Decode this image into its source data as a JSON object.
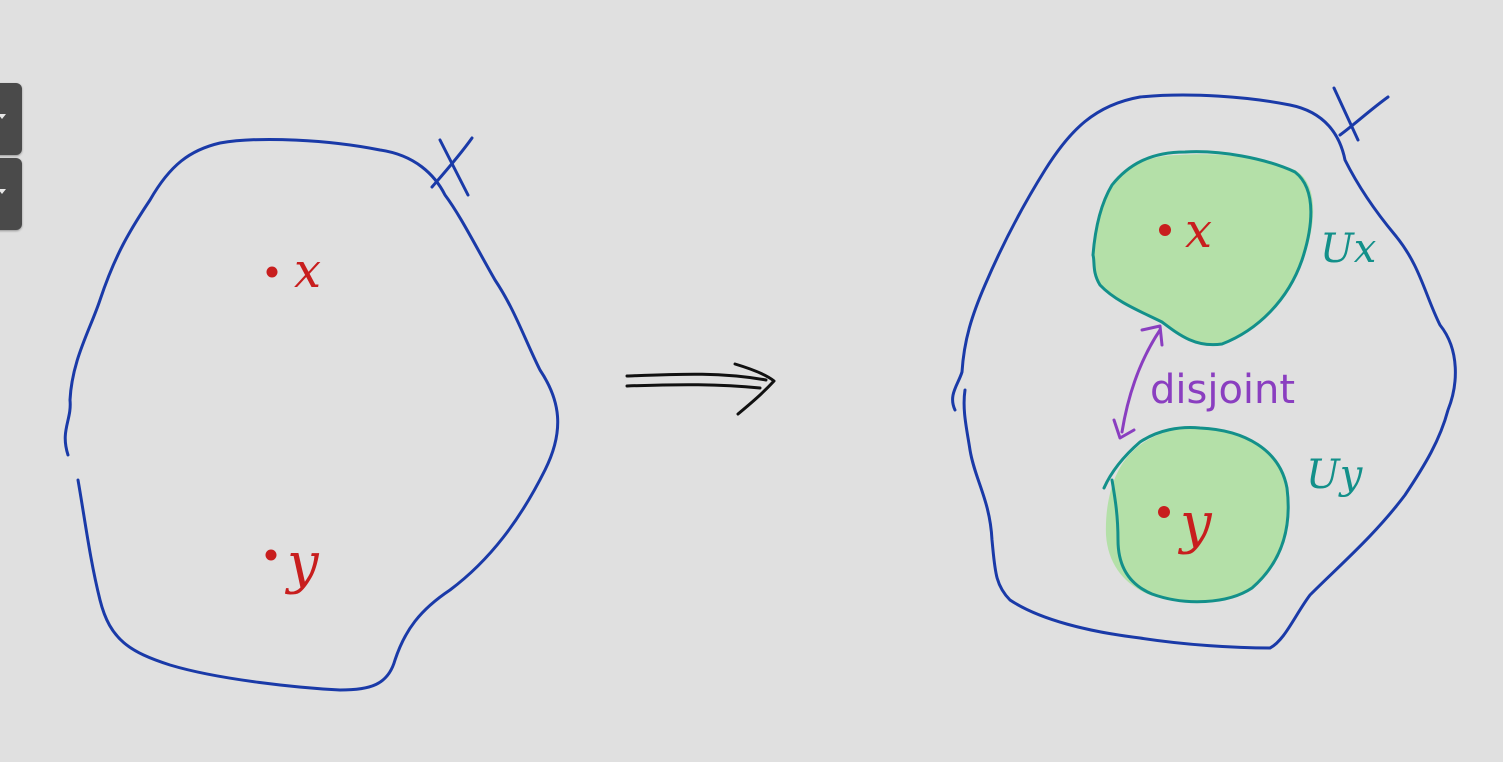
{
  "toolbar": {
    "buttons": [
      {
        "icon": "chevron-down-icon"
      },
      {
        "icon": "chevron-down-icon"
      }
    ]
  },
  "colors": {
    "background": "#e0e0e0",
    "set_outline": "#1a3aa8",
    "point": "#c81e1e",
    "neighborhood_fill": "#b4e0a8",
    "neighborhood_outline": "#13908a",
    "annotation": "#8a3ec0",
    "arrow": "#111111"
  },
  "left_panel": {
    "set_label": "X",
    "points": [
      {
        "label": "x"
      },
      {
        "label": "y"
      }
    ]
  },
  "implies_arrow": {
    "icon": "implies-arrow-icon"
  },
  "right_panel": {
    "set_label": "X",
    "points": [
      {
        "label": "x"
      },
      {
        "label": "y"
      }
    ],
    "neighborhoods": [
      {
        "label": "Ux"
      },
      {
        "label": "Uy"
      }
    ],
    "annotation": "disjoint"
  }
}
